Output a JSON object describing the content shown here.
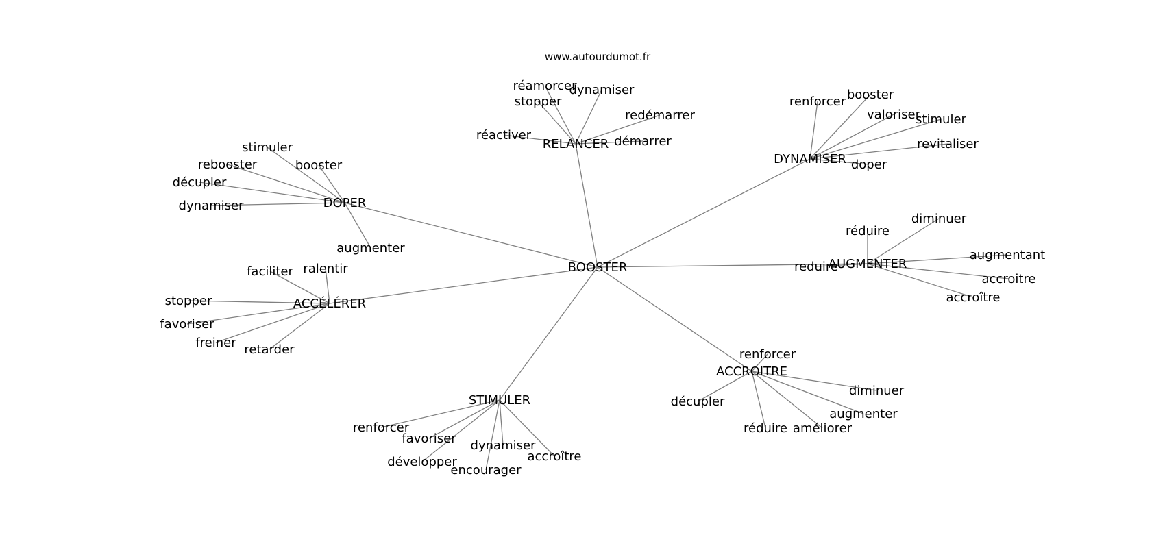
{
  "header": {
    "site": "www.autourdumot.fr"
  },
  "graph": {
    "center": "BOOSTER",
    "hubs": [
      {
        "id": "relancer",
        "label": "RELANCER",
        "leaves": [
          "stopper",
          "réamorcer",
          "dynamiser",
          "redémarrer",
          "réactiver",
          "démarrer"
        ]
      },
      {
        "id": "dynamiser",
        "label": "DYNAMISER",
        "leaves": [
          "renforcer",
          "booster",
          "valoriser",
          "stimuler",
          "revitaliser",
          "doper"
        ]
      },
      {
        "id": "doper",
        "label": "DOPER",
        "leaves": [
          "stimuler",
          "rebooster",
          "booster",
          "décupler",
          "dynamiser",
          "augmenter"
        ]
      },
      {
        "id": "augmenter",
        "label": "AUGMENTER",
        "leaves": [
          "réduire",
          "diminuer",
          "augmentant",
          "reduire",
          "accroitre",
          "accroître"
        ]
      },
      {
        "id": "accelerer",
        "label": "ACCÉLÉRER",
        "leaves": [
          "faciliter",
          "ralentir",
          "stopper",
          "favoriser",
          "freiner",
          "retarder"
        ]
      },
      {
        "id": "accroitre",
        "label": "ACCROITRE",
        "leaves": [
          "renforcer",
          "décupler",
          "diminuer",
          "augmenter",
          "réduire",
          "améliorer"
        ]
      },
      {
        "id": "stimuler",
        "label": "STIMULER",
        "leaves": [
          "renforcer",
          "favoriser",
          "développer",
          "dynamiser",
          "encourager",
          "accroître"
        ]
      }
    ]
  }
}
